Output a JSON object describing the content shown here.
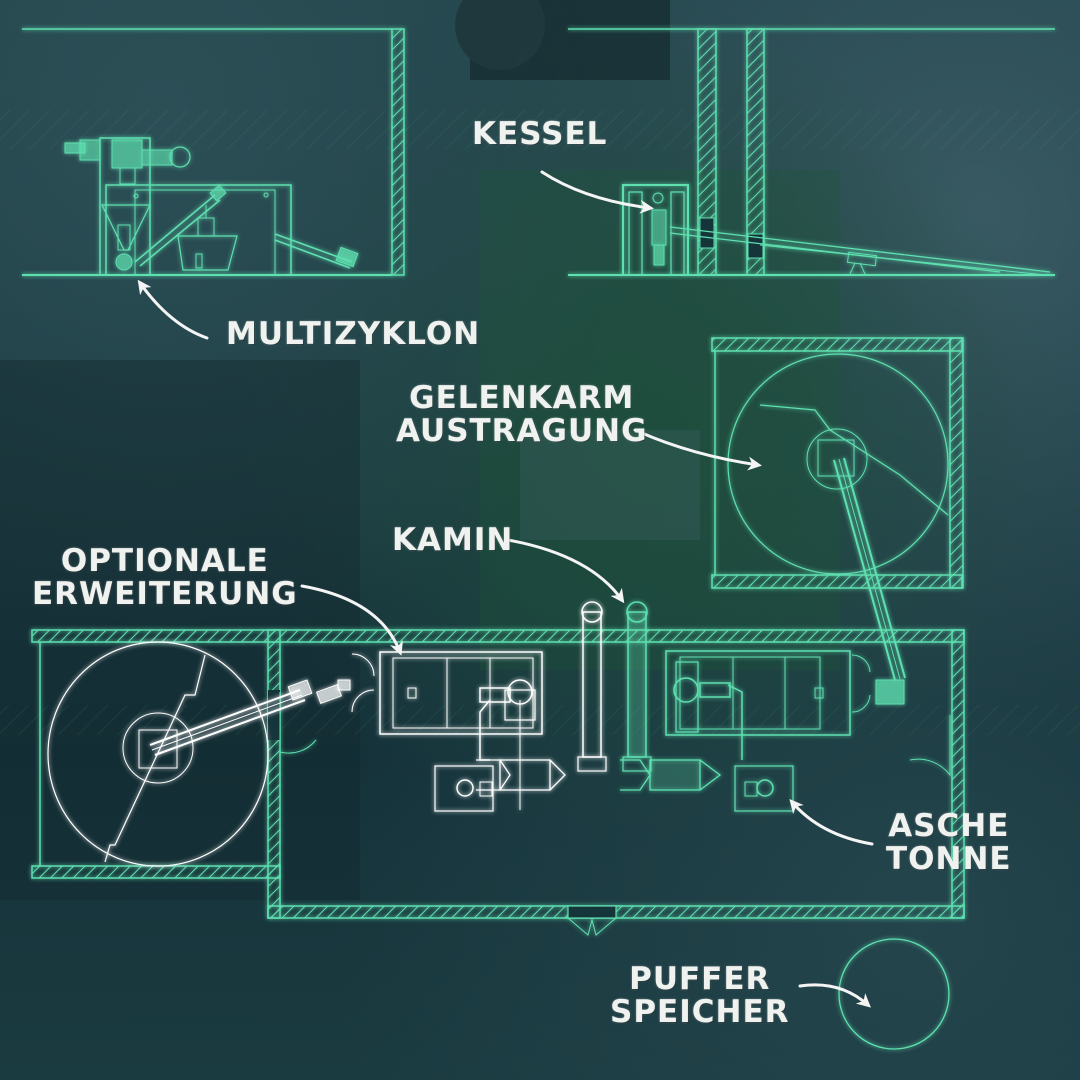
{
  "diagram": {
    "type": "floor-plan-blueprint",
    "colors": {
      "background": "#1b3a40",
      "blueprint_green": "#5fe0b0",
      "blueprint_white": "#ffffff",
      "label_text": "#f0f2f0",
      "green_panel": "#1f5a3a"
    }
  },
  "labels": {
    "kessel": {
      "line1": "KESSEL"
    },
    "multizyklon": {
      "line1": "MULTIZYKLON"
    },
    "gelenkarm": {
      "line1": "GELENKARM",
      "line2": "AUSTRAGUNG"
    },
    "kamin": {
      "line1": "KAMIN"
    },
    "optionale": {
      "line1": "OPTIONALE",
      "line2": "ERWEITERUNG"
    },
    "asche": {
      "line1": "ASCHE",
      "line2": "TONNE"
    },
    "puffer": {
      "line1": "PUFFER",
      "line2": "SPEICHER"
    }
  },
  "views": [
    {
      "name": "side-view-multizyklon",
      "region": "top-left"
    },
    {
      "name": "side-view-kessel",
      "region": "top-right"
    },
    {
      "name": "plan-view-gelenkarm-silo",
      "region": "middle-right"
    },
    {
      "name": "plan-view-boiler-room",
      "region": "bottom"
    },
    {
      "name": "plan-view-optional-silo",
      "region": "bottom-left"
    },
    {
      "name": "plan-view-pufferspeicher",
      "region": "bottom-right"
    }
  ]
}
